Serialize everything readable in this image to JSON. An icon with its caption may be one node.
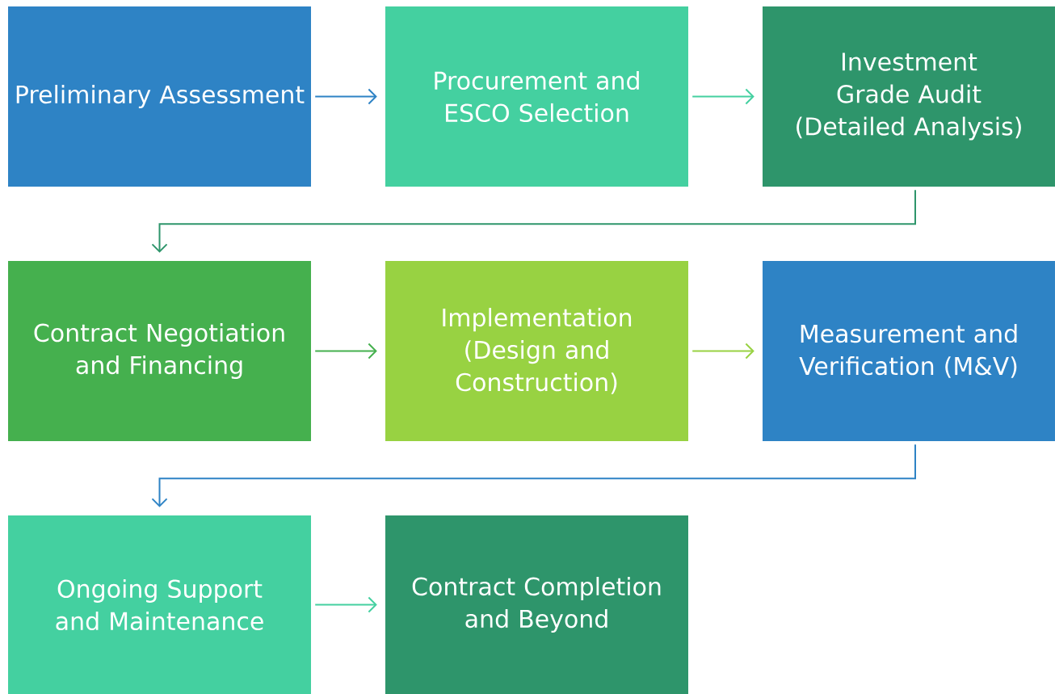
{
  "diagram": {
    "nodes": [
      {
        "text": [
          "Preliminary Assessment"
        ]
      },
      {
        "text": [
          "Procurement and ESCO Selection"
        ]
      },
      {
        "text": [
          "Investment Grade Audit (Detailed Analysis)"
        ]
      },
      {
        "text": [
          "Contract Negotiation and Financing"
        ]
      },
      {
        "text": [
          "Implementation (Design and Construction)"
        ]
      },
      {
        "text": [
          "Measurement and Verification (M&V)"
        ]
      },
      {
        "text": [
          "Ongoing Support and Maintenance"
        ]
      },
      {
        "text": [
          "Contract Completion and Beyond"
        ]
      }
    ],
    "edges": [
      {
        "from": 0,
        "to": 1,
        "arrow": "to",
        "color": "#2e83c5"
      },
      {
        "from": 1,
        "to": 2,
        "arrow": "to",
        "color": "#44d0a0"
      },
      {
        "from": 2,
        "to": 3,
        "arrow": "to",
        "color": "#2e956b"
      },
      {
        "from": 3,
        "to": 4,
        "arrow": "to",
        "color": "#45b04e"
      },
      {
        "from": 4,
        "to": 5,
        "arrow": "to",
        "color": "#98d242"
      },
      {
        "from": 5,
        "to": 6,
        "arrow": "to",
        "color": "#2e83c5"
      },
      {
        "from": 6,
        "to": 7,
        "arrow": "to",
        "color": "#44d0a0"
      }
    ]
  }
}
